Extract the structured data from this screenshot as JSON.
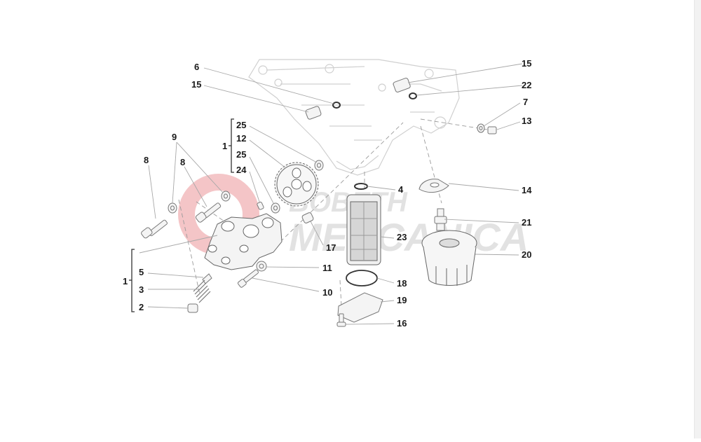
{
  "watermark": {
    "line1": "BOBETH",
    "line2": "MECCANICA",
    "color": "#d9343a"
  },
  "colors": {
    "ink": "#1a1a1a",
    "part_line": "#777777",
    "ghost_line": "#cfcfcf",
    "leader": "#aaaaaa"
  },
  "callouts": {
    "p6": "6",
    "p15a": "15",
    "p15b": "15",
    "p22": "22",
    "p7": "7",
    "p13": "13",
    "p9": "9",
    "p8a": "8",
    "p8b": "8",
    "g1a": "1",
    "p25a": "25",
    "p12": "12",
    "p25b": "25",
    "p24": "24",
    "p4": "4",
    "p14": "14",
    "p21": "21",
    "p23": "23",
    "p20": "20",
    "p17": "17",
    "p11": "11",
    "p10": "10",
    "g1b": "1",
    "p5": "5",
    "p3": "3",
    "p2": "2",
    "p18": "18",
    "p19": "19",
    "p16": "16"
  }
}
